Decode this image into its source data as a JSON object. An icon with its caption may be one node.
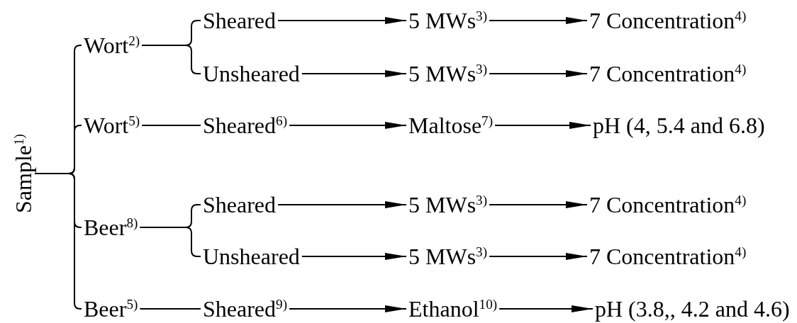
{
  "diagram": {
    "nodes": [
      {
        "text": [
          "Sample$^{1)}$"
        ]
      },
      {
        "text": [
          "Wort$^{2)}$"
        ]
      },
      {
        "text": [
          "Sheared"
        ]
      },
      {
        "text": [
          "5 MWs$^{3)}$"
        ]
      },
      {
        "text": [
          "7 Concentration$^{4)}$"
        ]
      },
      {
        "text": [
          "Unsheared"
        ]
      },
      {
        "text": [
          "5 MWs$^{3)}$"
        ]
      },
      {
        "text": [
          "7 Concentration$^{4)}$"
        ]
      },
      {
        "text": [
          "Wort$^{5)}$"
        ]
      },
      {
        "text": [
          "Sheared$^{6)}$"
        ]
      },
      {
        "text": [
          "Maltose$^{7)}$"
        ]
      },
      {
        "text": [
          "pH (4, 5.4 and 6.8)"
        ]
      },
      {
        "text": [
          "Beer$^{8)}$"
        ]
      },
      {
        "text": [
          "Sheared"
        ]
      },
      {
        "text": [
          "5 MWs$^{3)}$"
        ]
      },
      {
        "text": [
          "7 Concentration$^{4)}$"
        ]
      },
      {
        "text": [
          "Unsheared"
        ]
      },
      {
        "text": [
          "5 MWs$^{3)}$"
        ]
      },
      {
        "text": [
          "7 Concentration$^{4)}$"
        ]
      },
      {
        "text": [
          "Beer$^{5)}$"
        ]
      },
      {
        "text": [
          "Sheared$^{9)}$"
        ]
      },
      {
        "text": [
          "Ethanol$^{10)}$"
        ]
      },
      {
        "text": [
          "pH (3.8,, 4.2 and 4.6)"
        ]
      }
    ],
    "edges": [
      {
        "from": 0,
        "to": 1,
        "arrow": "none"
      },
      {
        "from": 0,
        "to": 8,
        "arrow": "none"
      },
      {
        "from": 0,
        "to": 12,
        "arrow": "none"
      },
      {
        "from": 0,
        "to": 19,
        "arrow": "none"
      },
      {
        "from": 1,
        "to": 2,
        "arrow": "none"
      },
      {
        "from": 1,
        "to": 5,
        "arrow": "none"
      },
      {
        "from": 2,
        "to": 3,
        "arrow": "to"
      },
      {
        "from": 3,
        "to": 4,
        "arrow": "to"
      },
      {
        "from": 5,
        "to": 6,
        "arrow": "to"
      },
      {
        "from": 6,
        "to": 7,
        "arrow": "to"
      },
      {
        "from": 8,
        "to": 9,
        "arrow": "none"
      },
      {
        "from": 9,
        "to": 10,
        "arrow": "to"
      },
      {
        "from": 10,
        "to": 11,
        "arrow": "to"
      },
      {
        "from": 12,
        "to": 13,
        "arrow": "none"
      },
      {
        "from": 12,
        "to": 16,
        "arrow": "none"
      },
      {
        "from": 13,
        "to": 14,
        "arrow": "to"
      },
      {
        "from": 14,
        "to": 15,
        "arrow": "to"
      },
      {
        "from": 16,
        "to": 17,
        "arrow": "to"
      },
      {
        "from": 17,
        "to": 18,
        "arrow": "to"
      },
      {
        "from": 19,
        "to": 20,
        "arrow": "none"
      },
      {
        "from": 20,
        "to": 21,
        "arrow": "to"
      },
      {
        "from": 21,
        "to": 22,
        "arrow": "to"
      }
    ]
  }
}
